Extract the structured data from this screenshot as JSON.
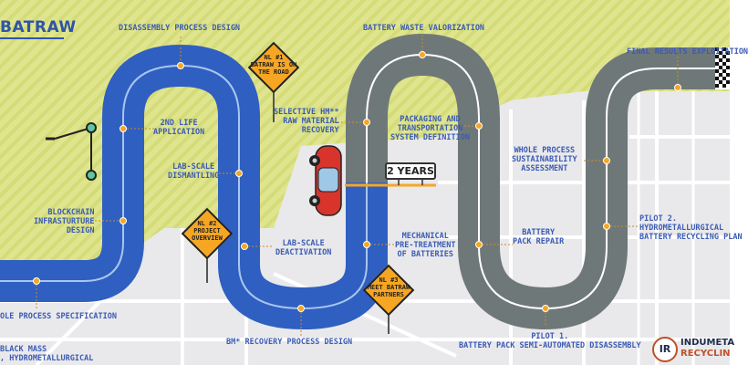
{
  "brand": {
    "title": "BATRAW"
  },
  "labels": {
    "disassembly": "DISASSEMBLY PROCESS DESIGN",
    "waste": "BATTERY WASTE VALORIZATION",
    "final": "FINAL RESULTS EXPLOITATION",
    "second_life": "2ND LIFE\nAPPLICATION",
    "lab_dismantling": "LAB-SCALE\nDISMANTLING",
    "blockchain": "BLOCKCHAIN\nINFRASTURTURE\nDESIGN",
    "process_spec": "OLE PROCESS SPECIFICATION",
    "black_mass": "BLACK MASS\n, HYDROMETALLURGICAL",
    "selective": "SELECTIVE HM**\nRAW MATERIAL\nRECOVERY",
    "packaging": "PACKAGING AND\nTRANSPORTATION\nSYSTEM DEFINITION",
    "sustainability": "WHOLE PROCESS\nSUSTAINABILITY\nASSESSMENT",
    "lab_deactivation": "LAB-SCALE\nDEACTIVATION",
    "mechanical": "MECHANICAL\nPRE-TREATMENT\nOF BATTERIES",
    "pack_repair": "BATTERY\nPACK REPAIR",
    "pilot2": "PILOT 2.\nHYDROMETALLURGICAL\nBATTERY RECYCLING PLAN",
    "bm_recovery": "BM* RECOVERY PROCESS DESIGN",
    "pilot1": "PILOT 1.\nBATTERY PACK SEMI-AUTOMATED DISASSEMBLY"
  },
  "signs": {
    "nl1": "NL #1\nBATRAW IS ON\nTHE ROAD",
    "nl2": "NL #2\nPROJECT\nOVERVIEW",
    "nl3": "NL #3\nMEET BATRAW\nPARTNERS"
  },
  "timeline": {
    "marker": "2 YEARS"
  },
  "logo": {
    "mark": "IR",
    "line1": "INDUMETA",
    "line2": "RECYCLIN"
  },
  "colors": {
    "field": "#dfe58e",
    "stripe": "#d2da74",
    "city": "#e8e8ea",
    "blue_road": "#2f5fc0",
    "gray_road": "#6f7879",
    "road_line": "#ffffff",
    "accent": "#f6a623",
    "car": "#d8342c"
  }
}
